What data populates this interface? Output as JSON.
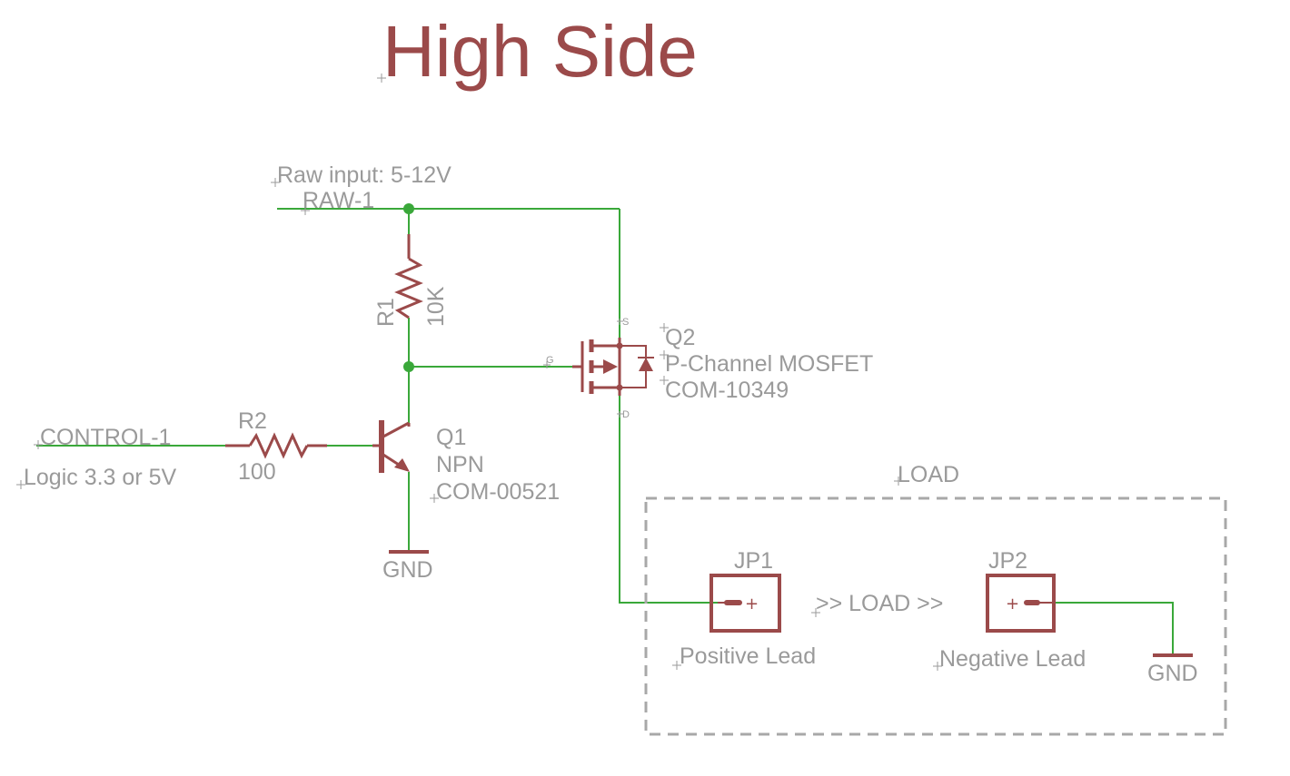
{
  "title": "High Side",
  "colors": {
    "wire": "#3aa83a",
    "part": "#9b4a4a",
    "label": "#9a9a9a",
    "frame": "#a8a8a8",
    "title": "#9b4a4a"
  },
  "nets": {
    "raw_desc": "Raw input: 5-12V",
    "raw_name": "RAW-1",
    "control_name": "CONTROL-1",
    "control_desc": "Logic 3.3 or 5V"
  },
  "r1": {
    "name": "R1",
    "value": "10K"
  },
  "r2": {
    "name": "R2",
    "value": "100"
  },
  "q1": {
    "name": "Q1",
    "type": "NPN",
    "part": "COM-00521"
  },
  "q2": {
    "name": "Q2",
    "type": "P-Channel MOSFET",
    "part": "COM-10349",
    "pin_s": "S",
    "pin_g": "G",
    "pin_d": "D"
  },
  "gnd_left": "GND",
  "gnd_right": "GND",
  "load_box": "LOAD",
  "jp1": {
    "name": "JP1",
    "lead": "Positive Lead",
    "mark": "+"
  },
  "jp2": {
    "name": "JP2",
    "lead": "Negative Lead",
    "mark": "+"
  },
  "load_arrow": ">> LOAD >>"
}
